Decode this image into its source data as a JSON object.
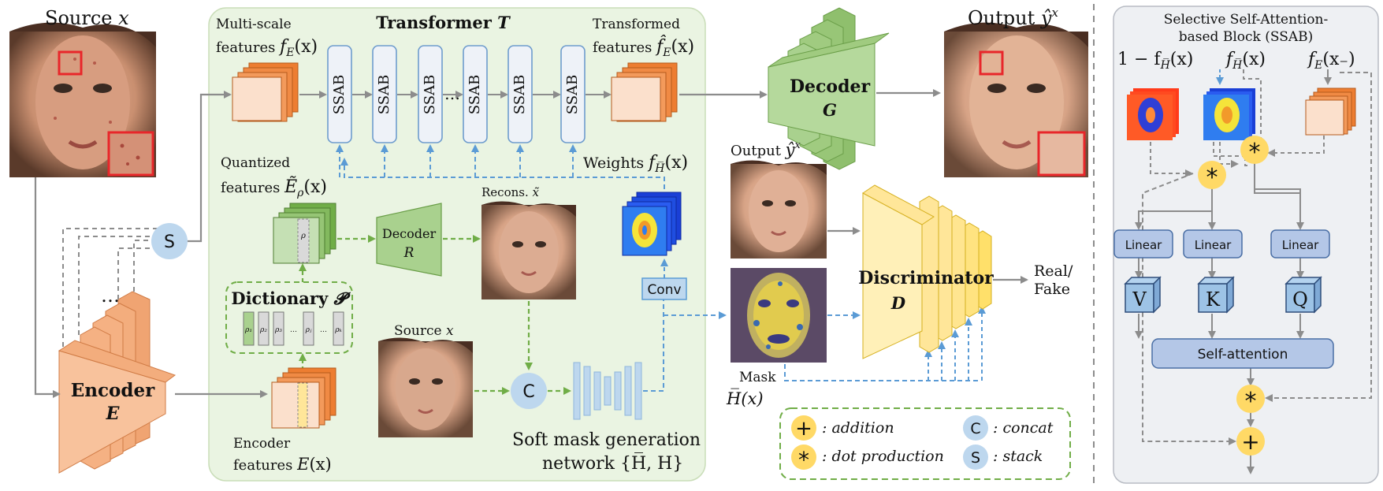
{
  "source": {
    "label": "Source",
    "var": "x"
  },
  "output_top": {
    "label": "Output",
    "var": "ŷ",
    "sup": "x"
  },
  "transformer": {
    "title": "Transformer",
    "var": "T"
  },
  "multiscale": {
    "line1": "Multi-scale",
    "line2": "features",
    "var": "f",
    "sub": "E",
    "arg": "(x)"
  },
  "transformed": {
    "line1": "Transformed",
    "line2": "features",
    "var": "f̂",
    "sub": "E",
    "arg": "(x)"
  },
  "ssab_blocks": [
    "SSAB",
    "SSAB",
    "SSAB",
    "…",
    "SSAB",
    "SSAB",
    "SSAB"
  ],
  "ssab_label": "SSAB",
  "weights": {
    "label": "Weights",
    "var": "f",
    "sub": "H̅",
    "arg": "(x)"
  },
  "quantized": {
    "line1": "Quantized",
    "line2": "features",
    "var": "Ẽ",
    "sub": "ρ",
    "arg": "(x)"
  },
  "recons": {
    "label": "Recons.",
    "var": "x̃"
  },
  "decoder_r": {
    "label": "Decoder",
    "var": "R"
  },
  "decoder_g": {
    "label": "Decoder",
    "var": "G"
  },
  "encoder_e": {
    "label": "Encoder",
    "var": "E"
  },
  "encoder_features": {
    "line1": "Encoder",
    "line2": "features",
    "var": "E",
    "arg": "(x)"
  },
  "dictionary": {
    "label": "Dictionary",
    "var": "𝓟",
    "items": [
      "ρ₁",
      "ρ₂",
      "ρ₃",
      "…",
      "ρⱼ",
      "…",
      "ρₖ"
    ]
  },
  "stack_symbol": "S",
  "concat_symbol": "C",
  "dots": "…",
  "source_small": {
    "label": "Source",
    "var": "x"
  },
  "output_mid": {
    "label": "Output",
    "var": "ŷ",
    "sup": "x"
  },
  "conv": "Conv",
  "mask": {
    "label": "Mask",
    "var": "H̅(x)"
  },
  "soft_mask": {
    "line1": "Soft mask generation",
    "line2": "network {H̅, H}"
  },
  "discriminator": {
    "label": "Discriminator",
    "var": "D"
  },
  "real_fake": {
    "line1": "Real/",
    "line2": "Fake"
  },
  "legend": {
    "addition": {
      "symbol": "+",
      "text": ": addition"
    },
    "dot": {
      "symbol": "*",
      "text": ": dot production"
    },
    "concat": {
      "symbol": "C",
      "text": ": concat"
    },
    "stack": {
      "symbol": "S",
      "text": ": stack"
    }
  },
  "ssab_panel": {
    "title_line1": "Selective Self-Attention-",
    "title_line2": "based Block (SSAB)",
    "input1": "1 − f",
    "input1_sub": "H̅",
    "input1_arg": "(x)",
    "input2": "f",
    "input2_sub": "H̅",
    "input2_arg": "(x)",
    "input3": "f",
    "input3_sub": "E",
    "input3_arg": "(x₋)",
    "linear_labels": [
      "Linear",
      "Linear",
      "Linear"
    ],
    "vkq": [
      "V",
      "K",
      "Q"
    ],
    "self_attention": "Self-attention",
    "dot_symbol": "*",
    "add_symbol": "+"
  },
  "colors": {
    "transformer_bg": "#eaf4e2",
    "ssab_fill": "#eef2f8",
    "ssab_border": "#6e9ccd",
    "encoder_orange": "#f5b183",
    "decoder_green": "#a9d18e",
    "disc_yellow": "#ffe699",
    "blue_circle": "#bdd7ee",
    "yellow_circle": "#ffd966",
    "linear_fill": "#b4c7e7",
    "panel_bg": "#eef0f3",
    "arrow_gray": "#8c8c8c",
    "dashed_blue": "#5b9bd5",
    "dashed_green": "#70ad47"
  }
}
